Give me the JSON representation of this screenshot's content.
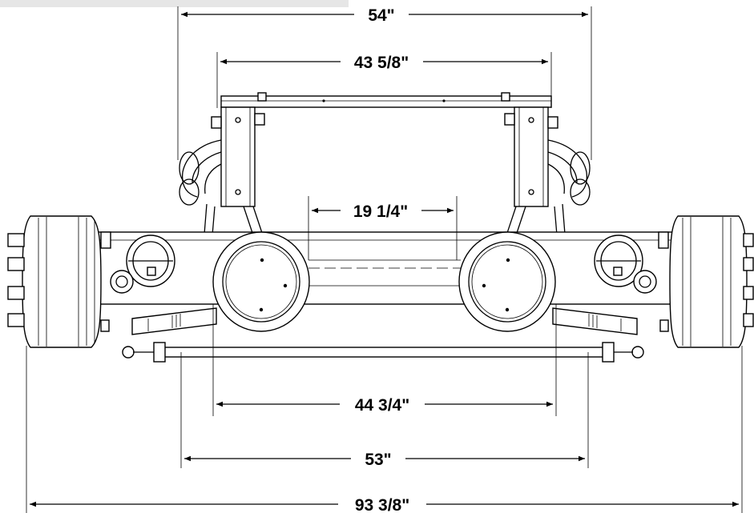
{
  "drawing": {
    "top_band_color": "#e6e6e6",
    "line_color": "#000000",
    "dimensions": {
      "d54": "54\"",
      "d43": "43 5/8\"",
      "d19": "19 1/4\"",
      "d44": "44 3/4\"",
      "d53": "53\"",
      "d93": "93 3/8\""
    }
  }
}
